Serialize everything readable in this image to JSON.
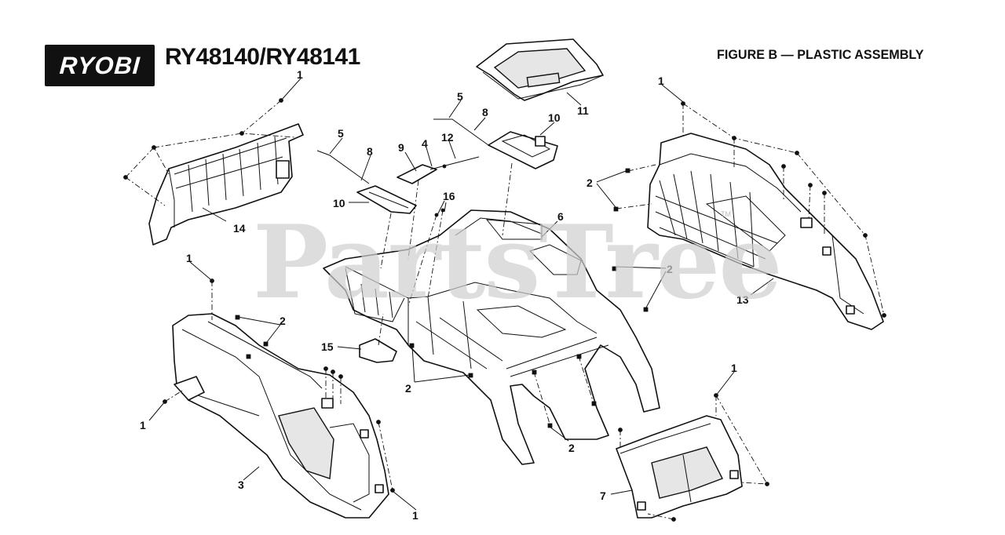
{
  "header": {
    "brand": "RYOBI",
    "model": "RY48140/RY48141",
    "figure_title": "FIGURE B — PLASTIC ASSEMBLY"
  },
  "watermark": {
    "text": "PartsTree",
    "trademark": "TM"
  },
  "callouts": {
    "c1a": "1",
    "c1b": "1",
    "c1c": "1",
    "c1d": "1",
    "c1e": "1",
    "c1f": "1",
    "c2a": "2",
    "c2b": "2",
    "c2c": "2",
    "c2d": "2",
    "c2e": "2",
    "c3": "3",
    "c4": "4",
    "c5a": "5",
    "c5b": "5",
    "c6": "6",
    "c7": "7",
    "c8a": "8",
    "c8b": "8",
    "c9": "9",
    "c10a": "10",
    "c10b": "10",
    "c11": "11",
    "c12": "12",
    "c13": "13",
    "c14": "14",
    "c15": "15",
    "c16": "16"
  },
  "colors": {
    "line": "#111111",
    "watermark": "#cfcfcf",
    "logo_bg": "#111111",
    "logo_text": "#ffffff"
  }
}
